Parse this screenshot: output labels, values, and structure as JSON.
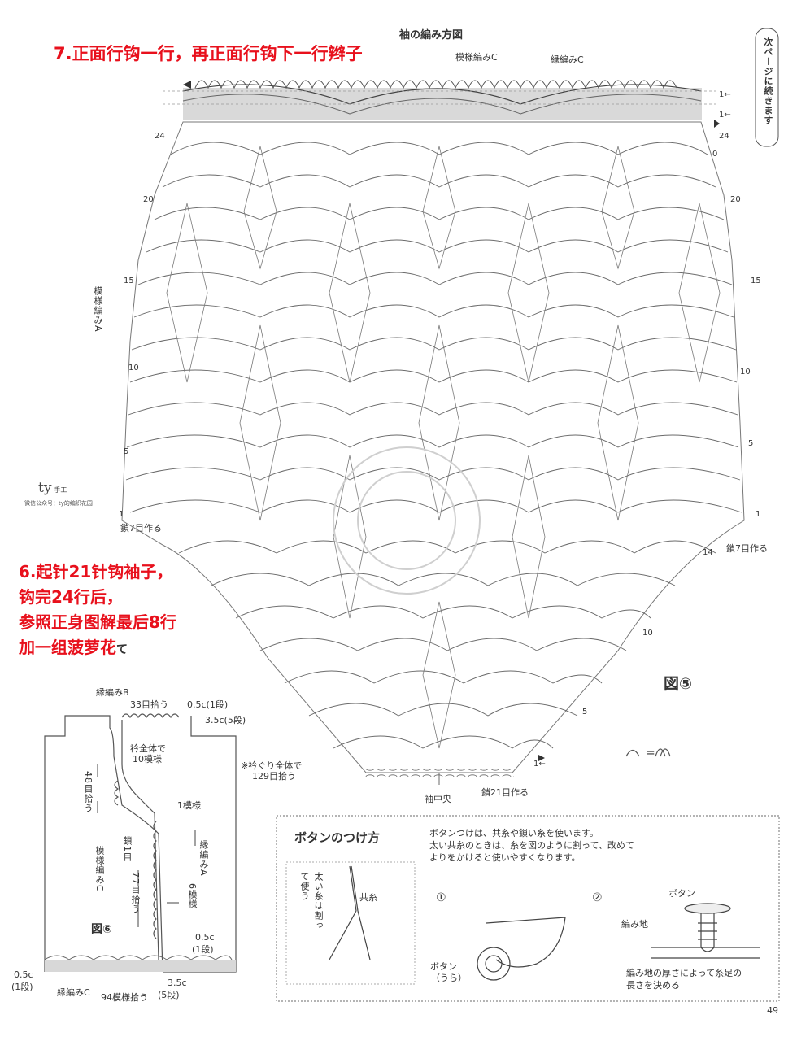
{
  "sleeve_chart": {
    "title": "袖の編み方図",
    "label_pattern_c": "模様編みC",
    "label_edging_c": "縁編みC",
    "label_pattern_a": "模様編みA",
    "row_numbers_left": [
      "24",
      "20",
      "15",
      "10",
      "5",
      "1"
    ],
    "row_numbers_right": [
      "24",
      "20",
      "15",
      "10",
      "5",
      "1"
    ],
    "row_marker_1": "1←",
    "row_marker_x": "0",
    "chain_left": "鎖7目作る",
    "chain_right": "鎖7目作る",
    "lower_row_14": "14",
    "lower_row_10": "10",
    "lower_row_5": "5",
    "lower_row_1": "1←",
    "center": "袖中央",
    "chain_21": "鎖21目作る",
    "figure": "図⑤",
    "symbol_eq": "="
  },
  "next_page": "次ページに続きます",
  "watermark": {
    "brand": "ty",
    "brand_suffix": "手工",
    "wechat": "微信公众号：ty的编织花园"
  },
  "notes": {
    "step7": "7.正面行钩一行，再正面行钩下一行辫子",
    "step6_lines": [
      "6.起针21针钩袖子，",
      "钩完24行后，",
      "参照正身图解最后8行",
      "加一组菠萝花"
    ],
    "hidden_suffix": "て"
  },
  "body_diagram": {
    "figure": "図⑥",
    "edging_b": "縁編みB",
    "pick_33": "33目拾う",
    "c05_1": "0.5c(1段)",
    "c35_5": "3.5c(5段)",
    "collar_line1": "衿全体で",
    "collar_line2": "10模様",
    "neck_note1": "※衿ぐり全体で",
    "neck_note2": "129目拾う",
    "pick_48": "48目拾う",
    "one_pattern": "1模様",
    "chain_1": "鎖1目",
    "pattern_c": "模様編みC",
    "pick_77": "77目拾う",
    "edging_a": "縁編みA",
    "six_patterns": "6模様",
    "c05_1b_a": "0.5c",
    "c05_1b_b": "(1段)",
    "c05_left_a": "0.5c",
    "c05_left_b": "(1段)",
    "edging_c": "縁編みC",
    "pick_94": "94模様拾う",
    "c35_a": "3.5c",
    "c35_b": "(5段)"
  },
  "button_box": {
    "title": "ボタンのつけ方",
    "desc": [
      "ボタンつけは、共糸や鎖い糸を使います。",
      "太い共糸のときは、糸を図のように割って、改めて",
      "よりをかけると使いやすくなります。"
    ],
    "thick_note": "太い糸は割って使う",
    "same_yarn": "共糸",
    "step1": "①",
    "step2": "②",
    "button_back_a": "ボタン",
    "button_back_b": "（うら）",
    "button": "ボタン",
    "fabric": "編み地",
    "thickness_a": "編み地の厚さによって糸足の",
    "thickness_b": "長さを決める"
  },
  "page_number": "49"
}
